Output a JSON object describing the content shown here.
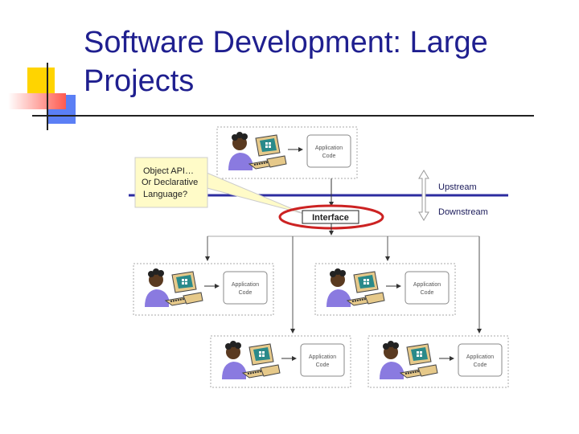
{
  "slide": {
    "title_line1": "Software Development: Large",
    "title_line2": "Projects"
  },
  "diagram": {
    "callout": [
      "Object API…",
      "Or Declarative",
      "Language?"
    ],
    "interface_label": "Interface",
    "upstream_label": "Upstream",
    "downstream_label": "Downstream",
    "app_code_label": [
      "Application",
      "Code"
    ]
  },
  "colors": {
    "title": "#1f1f8f",
    "boundary_line": "#2c2ca0",
    "interface_ellipse": "#cc2222",
    "callout_fill": "#fffbc8",
    "deco_yellow": "#ffd400",
    "deco_red": "#ff3b30",
    "deco_blue": "#4a6ef0"
  }
}
